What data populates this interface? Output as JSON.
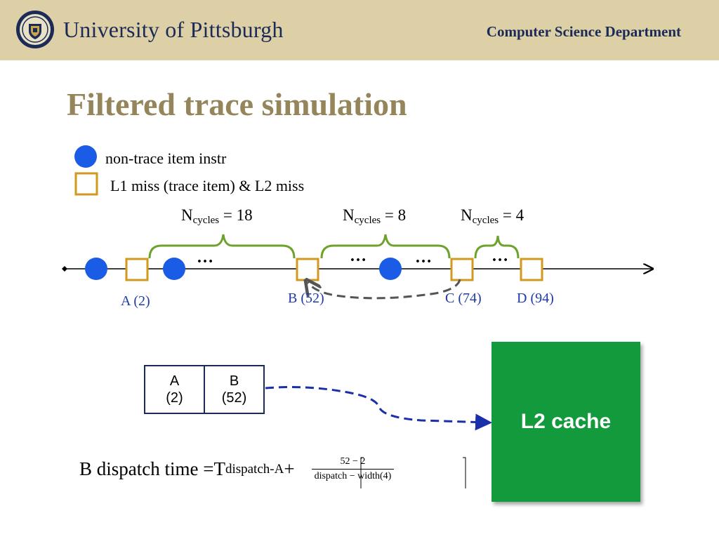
{
  "header": {
    "university": "University of Pittsburgh",
    "department": "Computer Science Department",
    "logo_icon": "university-seal-icon"
  },
  "slide": {
    "title": "Filtered trace simulation"
  },
  "legend": {
    "circle_label": "non-trace item instr",
    "square_label": "L1 miss (trace item) & L2 miss"
  },
  "timeline": {
    "ncycles": [
      {
        "base": "N",
        "sub": "cycles",
        "value": " = 18"
      },
      {
        "base": "N",
        "sub": "cycles",
        "value": " = 8"
      },
      {
        "base": "N",
        "sub": "cycles",
        "value": " = 4"
      }
    ],
    "ellipsis": "…",
    "events": [
      "A (2)",
      "B (52)",
      "C (74)",
      "D (94)"
    ]
  },
  "buffer": {
    "cells": [
      {
        "name": "A",
        "value": "(2)"
      },
      {
        "name": "B",
        "value": "(52)"
      }
    ]
  },
  "l2": {
    "label": "L2 cache"
  },
  "formula": {
    "prefix": "B dispatch time =T",
    "sub": "dispatch-A",
    "plus": " +",
    "numerator": "52 − 2",
    "denominator": "dispatch − width(4)"
  },
  "colors": {
    "header_bg": "#ddd0a6",
    "title": "#94855a",
    "circle": "#1a5ce6",
    "square": "#d19a1e",
    "brace": "#6ea22c",
    "label_blue": "#1f3aa8",
    "l2_green": "#129a3c"
  }
}
